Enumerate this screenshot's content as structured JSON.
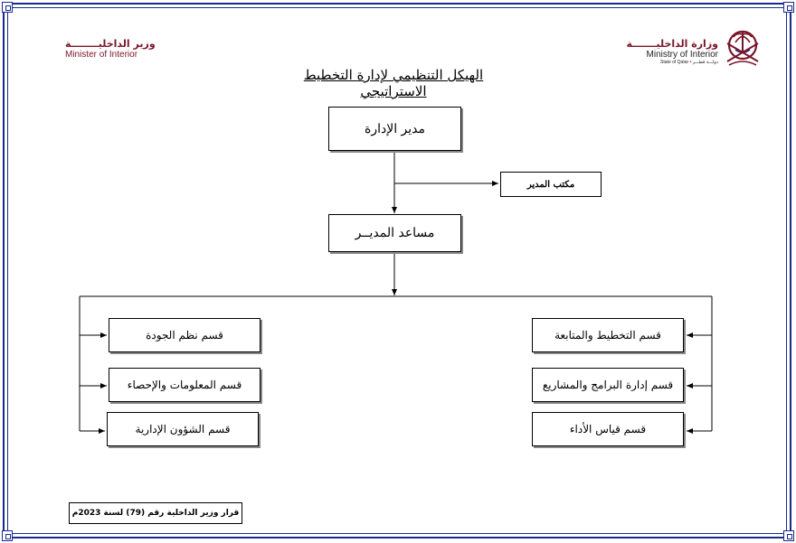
{
  "header": {
    "left_arabic": "وزير الداخليــــــــة",
    "left_english": "Minister of Interior",
    "right_arabic": "وزارة الداخليـــــــة",
    "right_english": "Ministry of Interior",
    "right_state": "State of Qatar • دولـــة قطـــر",
    "emblem_icon": "qatar-emblem-icon"
  },
  "title": "الهيكل التنظيمي لإدارة التخطيط الاستراتيجي",
  "org_chart": {
    "director": "مدير الإدارة",
    "director_office": "مكتب المدير",
    "assistant_director": "مساعد المديــر",
    "left_sections": [
      "قسم نظم الجودة",
      "قسم المعلومات والإحصاء",
      "قسم الشؤون الإدارية"
    ],
    "right_sections": [
      "قسم التخطيط والمتابعة",
      "قسم إدارة البرامج والمشاريع",
      "قسم قياس الأداء"
    ]
  },
  "footer": {
    "decision": "قرار وزير الداخلية رقم (79) لسنة 2023م"
  },
  "colors": {
    "frame": "#1a2a8c",
    "brand": "#7a1528"
  }
}
